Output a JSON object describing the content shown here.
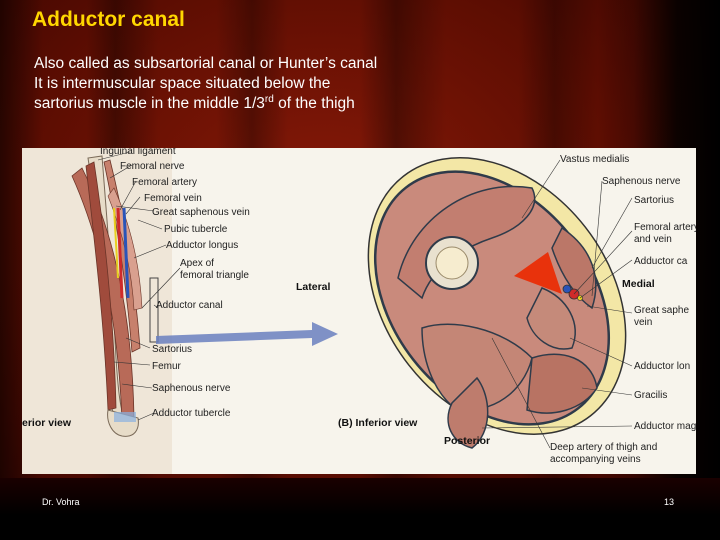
{
  "slide": {
    "title": "Adductor canal",
    "line1": "Also called as subsartorial canal or Hunter’s canal",
    "line2": "It is intermuscular space situated below the",
    "line3_pre": "sartorius muscle in the middle 1/3",
    "line3_sup": "rd",
    "line3_post": " of the thigh",
    "author": "Dr. Vohra",
    "page_number": "13"
  },
  "figure": {
    "left_labels": {
      "inguinal_ligament": "Inguinal ligament",
      "femoral_nerve": "Femoral nerve",
      "femoral_artery": "Femoral artery",
      "femoral_vein": "Femoral vein",
      "great_saphenous_vein": "Great saphenous vein",
      "pubic_tubercle": "Pubic tubercle",
      "adductor_longus": "Adductor longus",
      "apex_line1": "Apex of",
      "apex_line2": "femoral triangle",
      "adductor_canal": "Adductor canal",
      "sartorius": "Sartorius",
      "femur": "Femur",
      "saphenous_nerve": "Saphenous nerve",
      "adductor_tubercle": "Adductor tubercle",
      "anterior_view": "erior view"
    },
    "center_labels": {
      "lateral": "Lateral",
      "medial": "Medial",
      "posterior": "Posterior",
      "inferior_view": "(B) Inferior view"
    },
    "right_labels": {
      "vastus_medialis": "Vastus medialis",
      "saphenous_nerve": "Saphenous nerve",
      "sartorius": "Sartorius",
      "femoral_artery_line1": "Femoral artery",
      "femoral_artery_line2": "and vein",
      "adductor_canal": "Adductor ca",
      "great_saphenous_line1": "Great saphe",
      "great_saphenous_line2": "vein",
      "adductor_longus": "Adductor lon",
      "gracilis": "Gracilis",
      "adductor_magnus": "Adductor mag",
      "deep_artery_line1": "Deep artery of thigh and",
      "deep_artery_line2": "accompanying veins"
    },
    "colors": {
      "title": "#ffd700",
      "muscle": "#c98a7c",
      "fascia": "#2f3b4a",
      "fat": "#f3e7a6",
      "pointer_arrow": "#e8320c",
      "view_arrow": "#6a7fc0"
    }
  }
}
